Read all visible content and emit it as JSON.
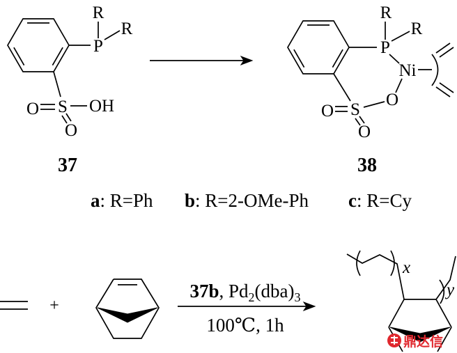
{
  "compound_37": {
    "label": "37",
    "atoms": {
      "P": "P",
      "R_top": "R",
      "R_right": "R",
      "S": "S",
      "O_left": "O",
      "OH": "OH",
      "O_bottom": "O"
    }
  },
  "compound_38": {
    "label": "38",
    "atoms": {
      "P": "P",
      "R_top": "R",
      "R_right": "R",
      "Ni": "Ni",
      "S": "S",
      "O_left": "O",
      "O_bridge": "O",
      "O_bottom": "O"
    }
  },
  "substituents": [
    {
      "key": "a",
      "text": ": R=Ph"
    },
    {
      "key": "b",
      "text": ": R=2-OMe-Ph"
    },
    {
      "key": "c",
      "text": ": R=Cy"
    }
  ],
  "copolymerization": {
    "plus": "+",
    "reagents": {
      "catalyst": "37b",
      "metal": ", Pd",
      "metal_subscript": "2",
      "ligand": "(dba)",
      "ligand_subscript": "3"
    },
    "conditions": "100℃, 1h",
    "product": {
      "x_label": "x",
      "y_label": "y"
    }
  },
  "watermark": {
    "text": "鼎达信"
  },
  "colors": {
    "ink": "#000000",
    "watermark": "#e0282e",
    "background": "#ffffff"
  }
}
